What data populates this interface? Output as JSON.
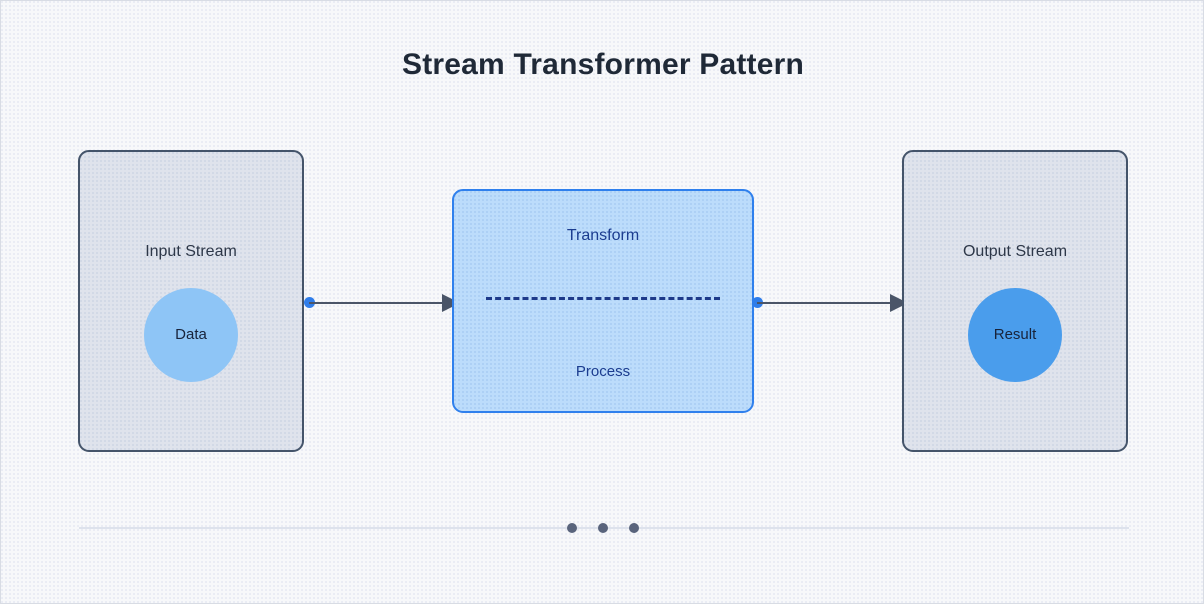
{
  "title": "Stream Transformer Pattern",
  "nodes": {
    "input": {
      "label": "Input Stream",
      "token": "Data"
    },
    "transform": {
      "title": "Transform",
      "subtitle": "Process"
    },
    "output": {
      "label": "Output Stream",
      "token": "Result"
    }
  },
  "connectors": [
    {
      "name": "input-to-transform"
    },
    {
      "name": "transform-to-output"
    }
  ],
  "footer": {
    "dots": [
      1,
      2,
      3
    ]
  },
  "colors": {
    "background": "#f7f8fa",
    "stream_fill": "#dfe3ec",
    "stream_border": "#44546a",
    "transform_fill": "#bcdcfb",
    "transform_border": "#2f80ed",
    "transform_text": "#1b3c8f",
    "dash_line": "#1e3a8a",
    "data_circle": "#8ec5f6",
    "result_circle": "#4a9dec",
    "connector_line": "#4a5568",
    "connector_dot": "#2f7dea",
    "title_text": "#1f2937",
    "label_text": "#2d3748",
    "footer_dot": "#59647c",
    "footer_divider": "#dde2ec"
  }
}
